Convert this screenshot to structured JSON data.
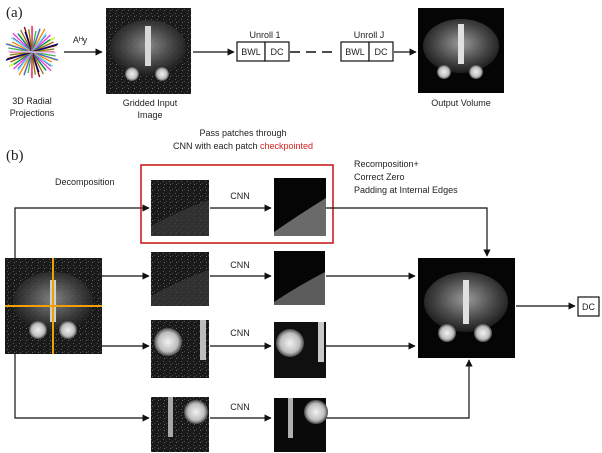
{
  "panel_a": {
    "label": "(a)",
    "projections_caption": [
      "3D Radial",
      "Projections"
    ],
    "operator_label": "Aᴴy",
    "input_caption": [
      "Gridded Input",
      "Image"
    ],
    "unroll_1": {
      "title": "Unroll 1",
      "bwl": "BWL",
      "dc": "DC"
    },
    "unroll_j": {
      "title": "Unroll J",
      "bwl": "BWL",
      "dc": "DC"
    },
    "output_caption": "Output Volume"
  },
  "panel_b": {
    "label": "(b)",
    "pass_caption": {
      "line1": "Pass patches through",
      "line2_prefix": "CNN with each patch ",
      "line2_highlight": "checkpointed",
      "highlight_color": "#d42020"
    },
    "decomposition": "Decomposition",
    "recomposition": [
      "Recomposition+",
      "Correct Zero",
      "Padding at Internal Edges"
    ],
    "cnn_labels": [
      "CNN",
      "CNN",
      "CNN",
      "CNN"
    ],
    "dc": "DC",
    "grid_color": "#f0a000",
    "box_color": "#cc2020"
  }
}
